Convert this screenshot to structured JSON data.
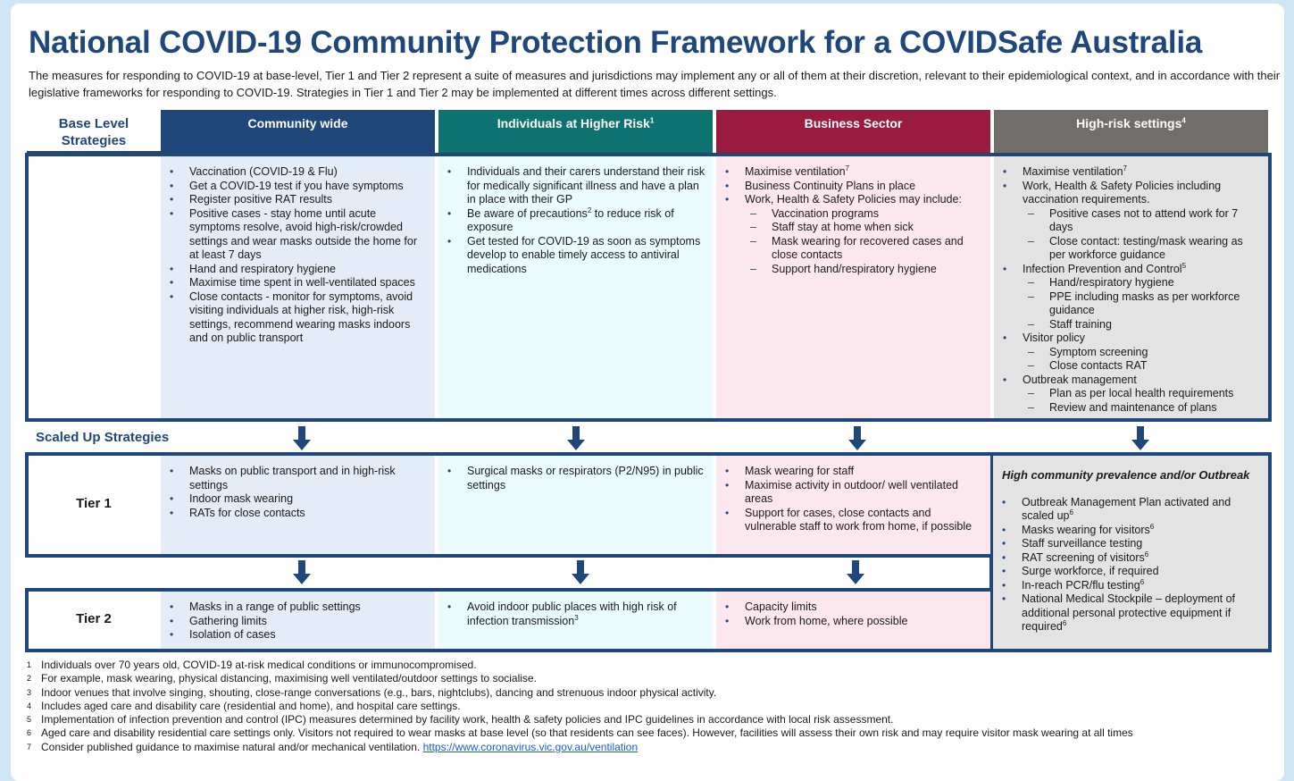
{
  "title": "National COVID-19 Community Protection Framework for a COVIDSafe Australia",
  "intro": "The measures for responding to COVID-19 at base-level, Tier 1 and Tier 2 represent a suite of measures and jurisdictions may implement any or all of them at their discretion, relevant to their epidemiological context, and in accordance with their legislative frameworks for responding to COVID-19. Strategies in Tier 1 and Tier 2 may be implemented at different times across different settings.",
  "base_label": "Base Level Strategies",
  "scaled_label": "Scaled Up Strategies",
  "tier1_label": "Tier 1",
  "tier2_label": "Tier 2",
  "colors": {
    "community": "#1f477a",
    "individuals": "#0e7370",
    "business": "#9b1b3e",
    "highrisk": "#706d6b"
  },
  "headers": [
    {
      "t": "Community wide",
      "sup": ""
    },
    {
      "t": "Individuals at Higher Risk",
      "sup": "1"
    },
    {
      "t": "Business Sector",
      "sup": ""
    },
    {
      "t": "High-risk settings",
      "sup": "4"
    }
  ],
  "base": [
    [
      {
        "t": "Vaccination (COVID-19 & Flu)"
      },
      {
        "t": "Get a COVID-19 test if you have symptoms"
      },
      {
        "t": "Register positive RAT results"
      },
      {
        "t": "Positive cases - stay home until acute symptoms resolve, avoid high-risk/crowded settings and wear masks outside the home for at least 7 days"
      },
      {
        "t": "Hand and respiratory hygiene"
      },
      {
        "t": "Maximise time spent in well-ventilated spaces"
      },
      {
        "t": "Close contacts - monitor for symptoms, avoid visiting individuals at higher risk, high-risk settings, recommend wearing masks indoors and on public transport"
      }
    ],
    [
      {
        "t": "Individuals and their carers understand their risk for medically significant illness and have a plan in place with their GP"
      },
      {
        "t": "Be aware of precautions",
        "sup": "2",
        "after": " to reduce risk of exposure"
      },
      {
        "t": "Get tested for COVID-19 as soon as symptoms develop to enable timely access to antiviral medications"
      }
    ],
    [
      {
        "t": "Maximise ventilation",
        "sup": "7"
      },
      {
        "t": "Business Continuity Plans in place"
      },
      {
        "t": "Work, Health & Safety Policies may include:"
      },
      {
        "t": "Vaccination programs",
        "sub": true
      },
      {
        "t": "Staff stay at home when sick",
        "sub": true
      },
      {
        "t": "Mask wearing for recovered cases and close contacts",
        "sub": true
      },
      {
        "t": "Support hand/respiratory hygiene",
        "sub": true
      }
    ],
    [
      {
        "t": "Maximise ventilation",
        "sup": "7"
      },
      {
        "t": "Work, Health & Safety Policies including vaccination requirements."
      },
      {
        "t": "Positive cases not to attend work for 7 days",
        "sub": true
      },
      {
        "t": "Close contact: testing/mask wearing as per workforce guidance",
        "sub": true
      },
      {
        "t": "Infection Prevention and Control",
        "sup": "5"
      },
      {
        "t": "Hand/respiratory hygiene",
        "sub": true
      },
      {
        "t": "PPE including masks as per workforce guidance",
        "sub": true
      },
      {
        "t": "Staff training",
        "sub": true
      },
      {
        "t": "Visitor policy"
      },
      {
        "t": "Symptom screening",
        "sub": true
      },
      {
        "t": "Close contacts RAT",
        "sub": true
      },
      {
        "t": "Outbreak management"
      },
      {
        "t": "Plan as per local health requirements",
        "sub": true
      },
      {
        "t": "Review and maintenance of plans",
        "sub": true
      }
    ]
  ],
  "tier1": [
    [
      {
        "t": "Masks on public transport and in high-risk settings"
      },
      {
        "t": "Indoor mask wearing"
      },
      {
        "t": "RATs for close contacts"
      }
    ],
    [
      {
        "t": "Surgical masks or respirators (P2/N95) in public settings"
      }
    ],
    [
      {
        "t": "Mask wearing for staff"
      },
      {
        "t": "Maximise activity in outdoor/ well ventilated areas"
      },
      {
        "t": "Support for cases, close contacts and vulnerable staff to work from home, if possible"
      }
    ]
  ],
  "tier2": [
    [
      {
        "t": "Masks in a range of public settings"
      },
      {
        "t": "Gathering limits"
      },
      {
        "t": "Isolation of cases"
      }
    ],
    [
      {
        "t": "Avoid indoor public places with high risk of infection transmission",
        "sup": "3"
      }
    ],
    [
      {
        "t": "Capacity limits"
      },
      {
        "t": "Work from home, where possible"
      }
    ]
  ],
  "highrisk_scaled": {
    "heading": "High community prevalence and/or Outbreak",
    "items": [
      {
        "t": "Outbreak Management Plan activated and scaled up",
        "sup": "6"
      },
      {
        "t": "Masks wearing for visitors",
        "sup": "6"
      },
      {
        "t": "Staff surveillance testing"
      },
      {
        "t": "RAT screening of visitors",
        "sup": "6"
      },
      {
        "t": "Surge workforce, if required"
      },
      {
        "t": "In-reach PCR/flu testing",
        "sup": "6"
      },
      {
        "t": "National Medical Stockpile – deployment of additional personal protective equipment if required",
        "sup": "6"
      }
    ]
  },
  "footnotes": [
    {
      "n": "1",
      "t": "Individuals over 70 years old, COVID-19 at-risk medical conditions or immunocompromised."
    },
    {
      "n": "2",
      "t": "For example, mask wearing, physical distancing, maximising well ventilated/outdoor settings to socialise."
    },
    {
      "n": "3",
      "t": "Indoor venues that involve singing, shouting, close-range conversations (e.g., bars, nightclubs), dancing and strenuous indoor physical activity."
    },
    {
      "n": "4",
      "t": "Includes aged care and disability care (residential and home), and hospital care settings."
    },
    {
      "n": "5",
      "t": "Implementation of infection prevention and control (IPC) measures determined by facility work, health & safety policies and IPC guidelines in accordance with local risk assessment."
    },
    {
      "n": "6",
      "t": "Aged care and disability residential care settings only. Visitors not required to wear masks at base level (so that residents can see faces). However, facilities will assess their own risk and may require visitor mask wearing at all times"
    },
    {
      "n": "7",
      "t": "Consider published guidance to maximise natural and/or mechanical ventilation. ",
      "link": "https://www.coronavirus.vic.gov.au/ventilation"
    }
  ]
}
